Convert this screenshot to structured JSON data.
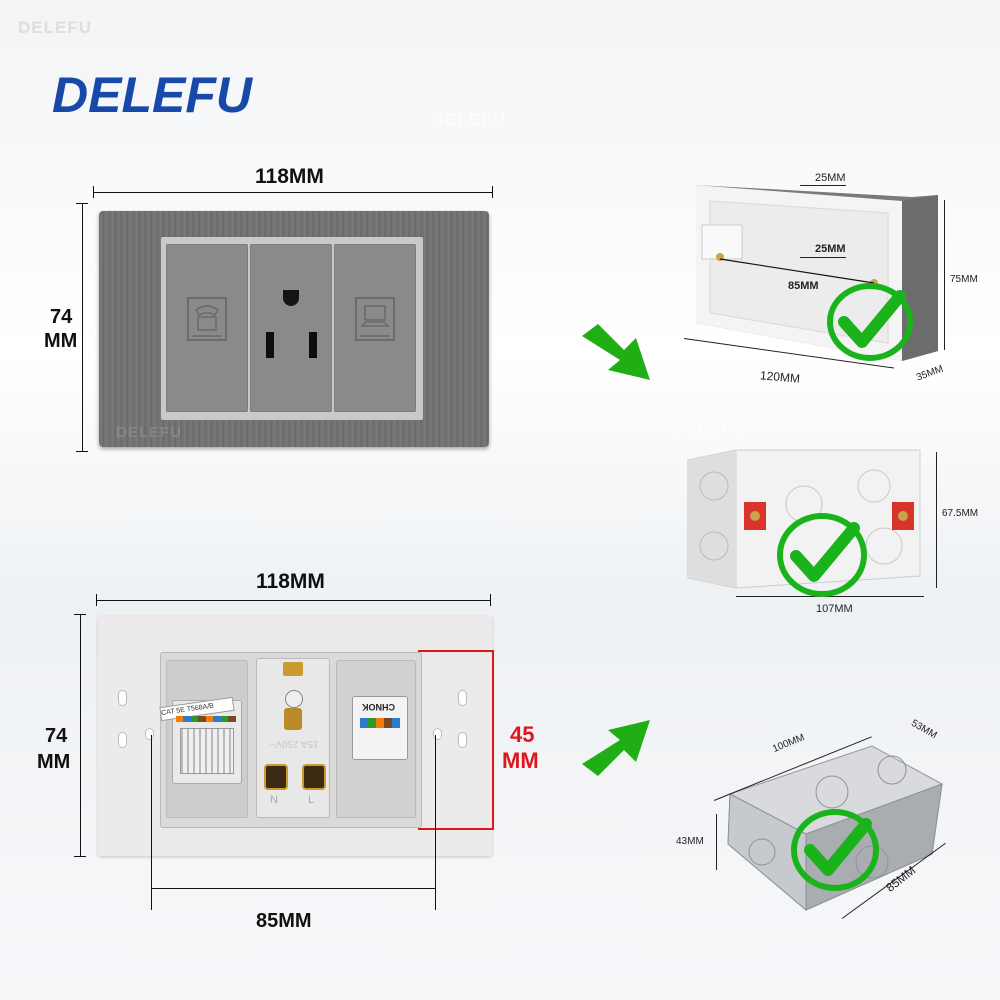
{
  "brand": {
    "name": "DELEFU",
    "watermark": "DELEFU"
  },
  "top_panel": {
    "width_label": "118MM",
    "height_label_line1": "74",
    "height_label_line2": "MM"
  },
  "bottom_panel": {
    "width_label": "118MM",
    "height_label_line1": "74",
    "height_label_line2": "MM",
    "module_height_line1": "45",
    "module_height_line2": "MM",
    "hole_spacing_label": "85MM",
    "jack_label": "CAT 5E",
    "jack_code": "T568A/B",
    "keystone_brand": "CHNOK",
    "outlet_rating": "15A 250V~",
    "outlet_n": "N",
    "outlet_l": "L"
  },
  "box1": {
    "top_slot": "25MM",
    "inner_slot": "25MM",
    "inner_spacing": "85MM",
    "width": "120MM",
    "depth": "35MM",
    "height": "75MM"
  },
  "box2": {
    "width": "107MM",
    "height": "67.5MM"
  },
  "box3": {
    "length": "100MM",
    "width": "53MM",
    "depth_side": "85MM",
    "height": "43MM"
  },
  "colors": {
    "brand_blue": "#1849a9",
    "brand_orange": "#f0a21c",
    "arrow_green": "#1fae14",
    "check_green": "#1bb31b",
    "accent_red": "#e0161c"
  }
}
